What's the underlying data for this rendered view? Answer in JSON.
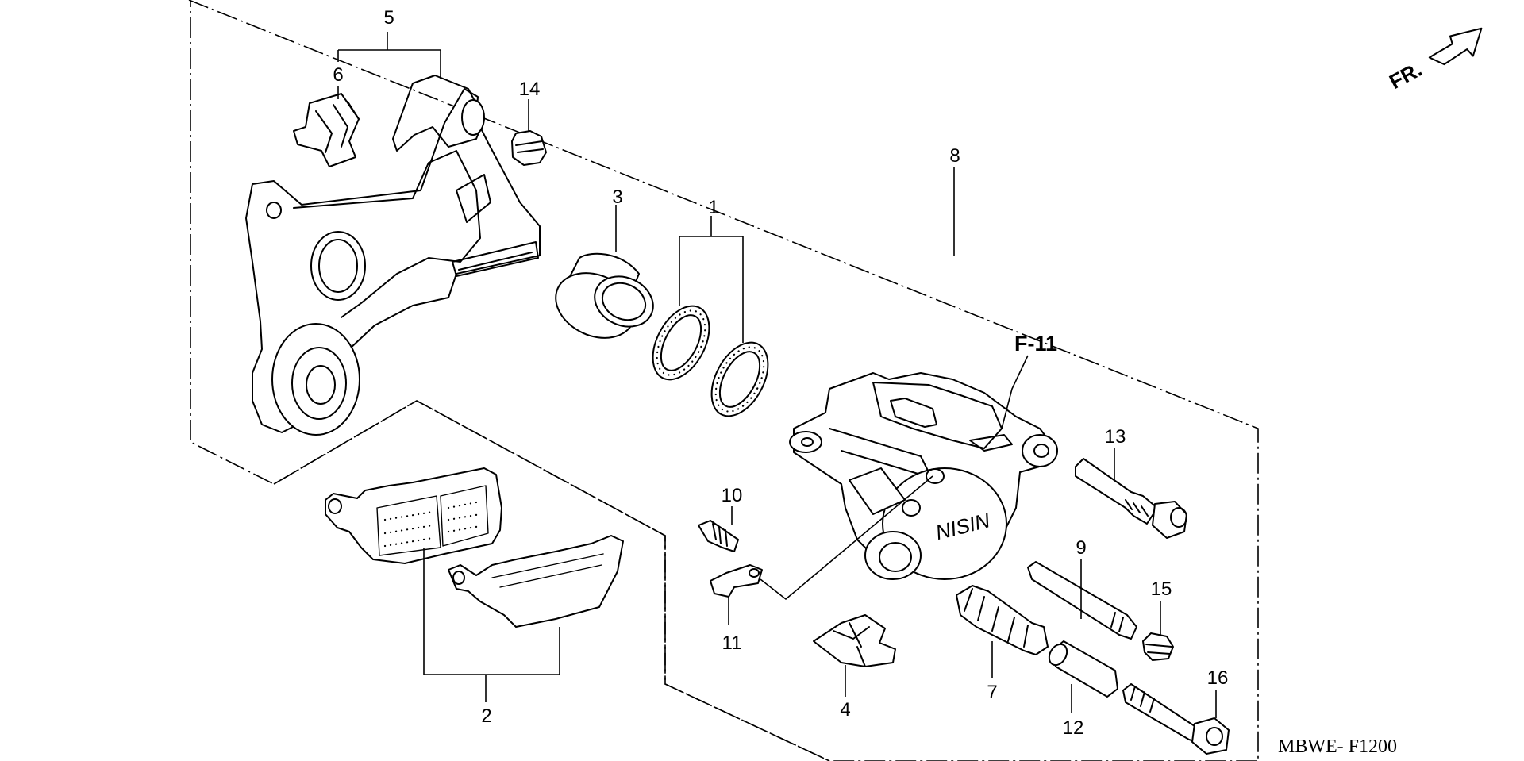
{
  "diagram": {
    "callouts": {
      "c1": "1",
      "c2": "2",
      "c3": "3",
      "c4": "4",
      "c5": "5",
      "c6": "6",
      "c7": "7",
      "c8": "8",
      "c9": "9",
      "c10": "10",
      "c11": "11",
      "c12": "12",
      "c13": "13",
      "c14": "14",
      "c15": "15",
      "c16": "16"
    },
    "reference_label": "F-11",
    "front_arrow_label": "FR.",
    "caliper_logo": "NISIN",
    "figure_code": "MBWE- F1200"
  }
}
